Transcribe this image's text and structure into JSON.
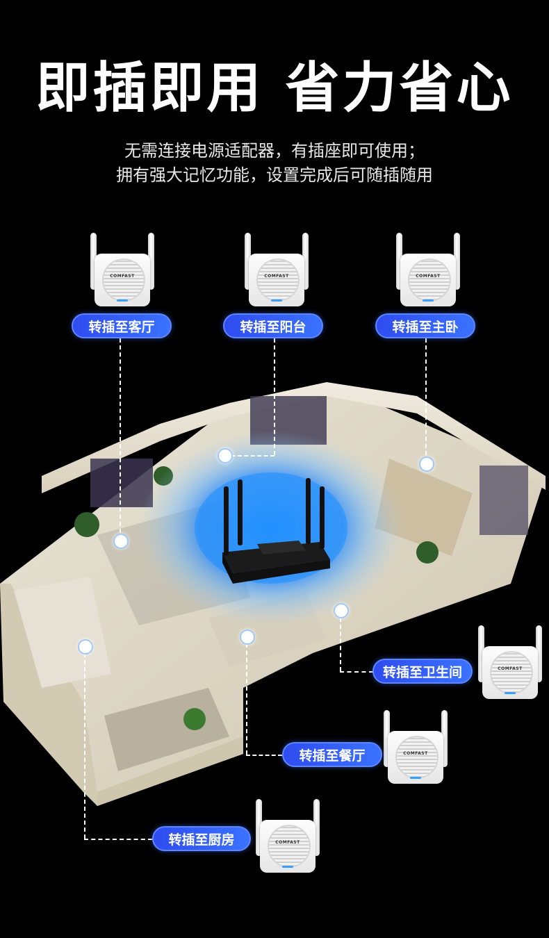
{
  "headline": "即插即用  省力省心",
  "subtitle_lines": [
    "无需连接电源适配器，有插座即可使用；",
    "拥有强大记忆功能，设置完成后可随插随用"
  ],
  "device_brand": "COMFAST",
  "locations": [
    {
      "label": "转插至客厅"
    },
    {
      "label": "转插至阳台"
    },
    {
      "label": "转插至主卧"
    },
    {
      "label": "转插至卫生间"
    },
    {
      "label": "转插至餐厅"
    },
    {
      "label": "转插至厨房"
    }
  ],
  "colors": {
    "background": "#000000",
    "pill": "#3a5cff",
    "signal": "#1e90ff"
  }
}
